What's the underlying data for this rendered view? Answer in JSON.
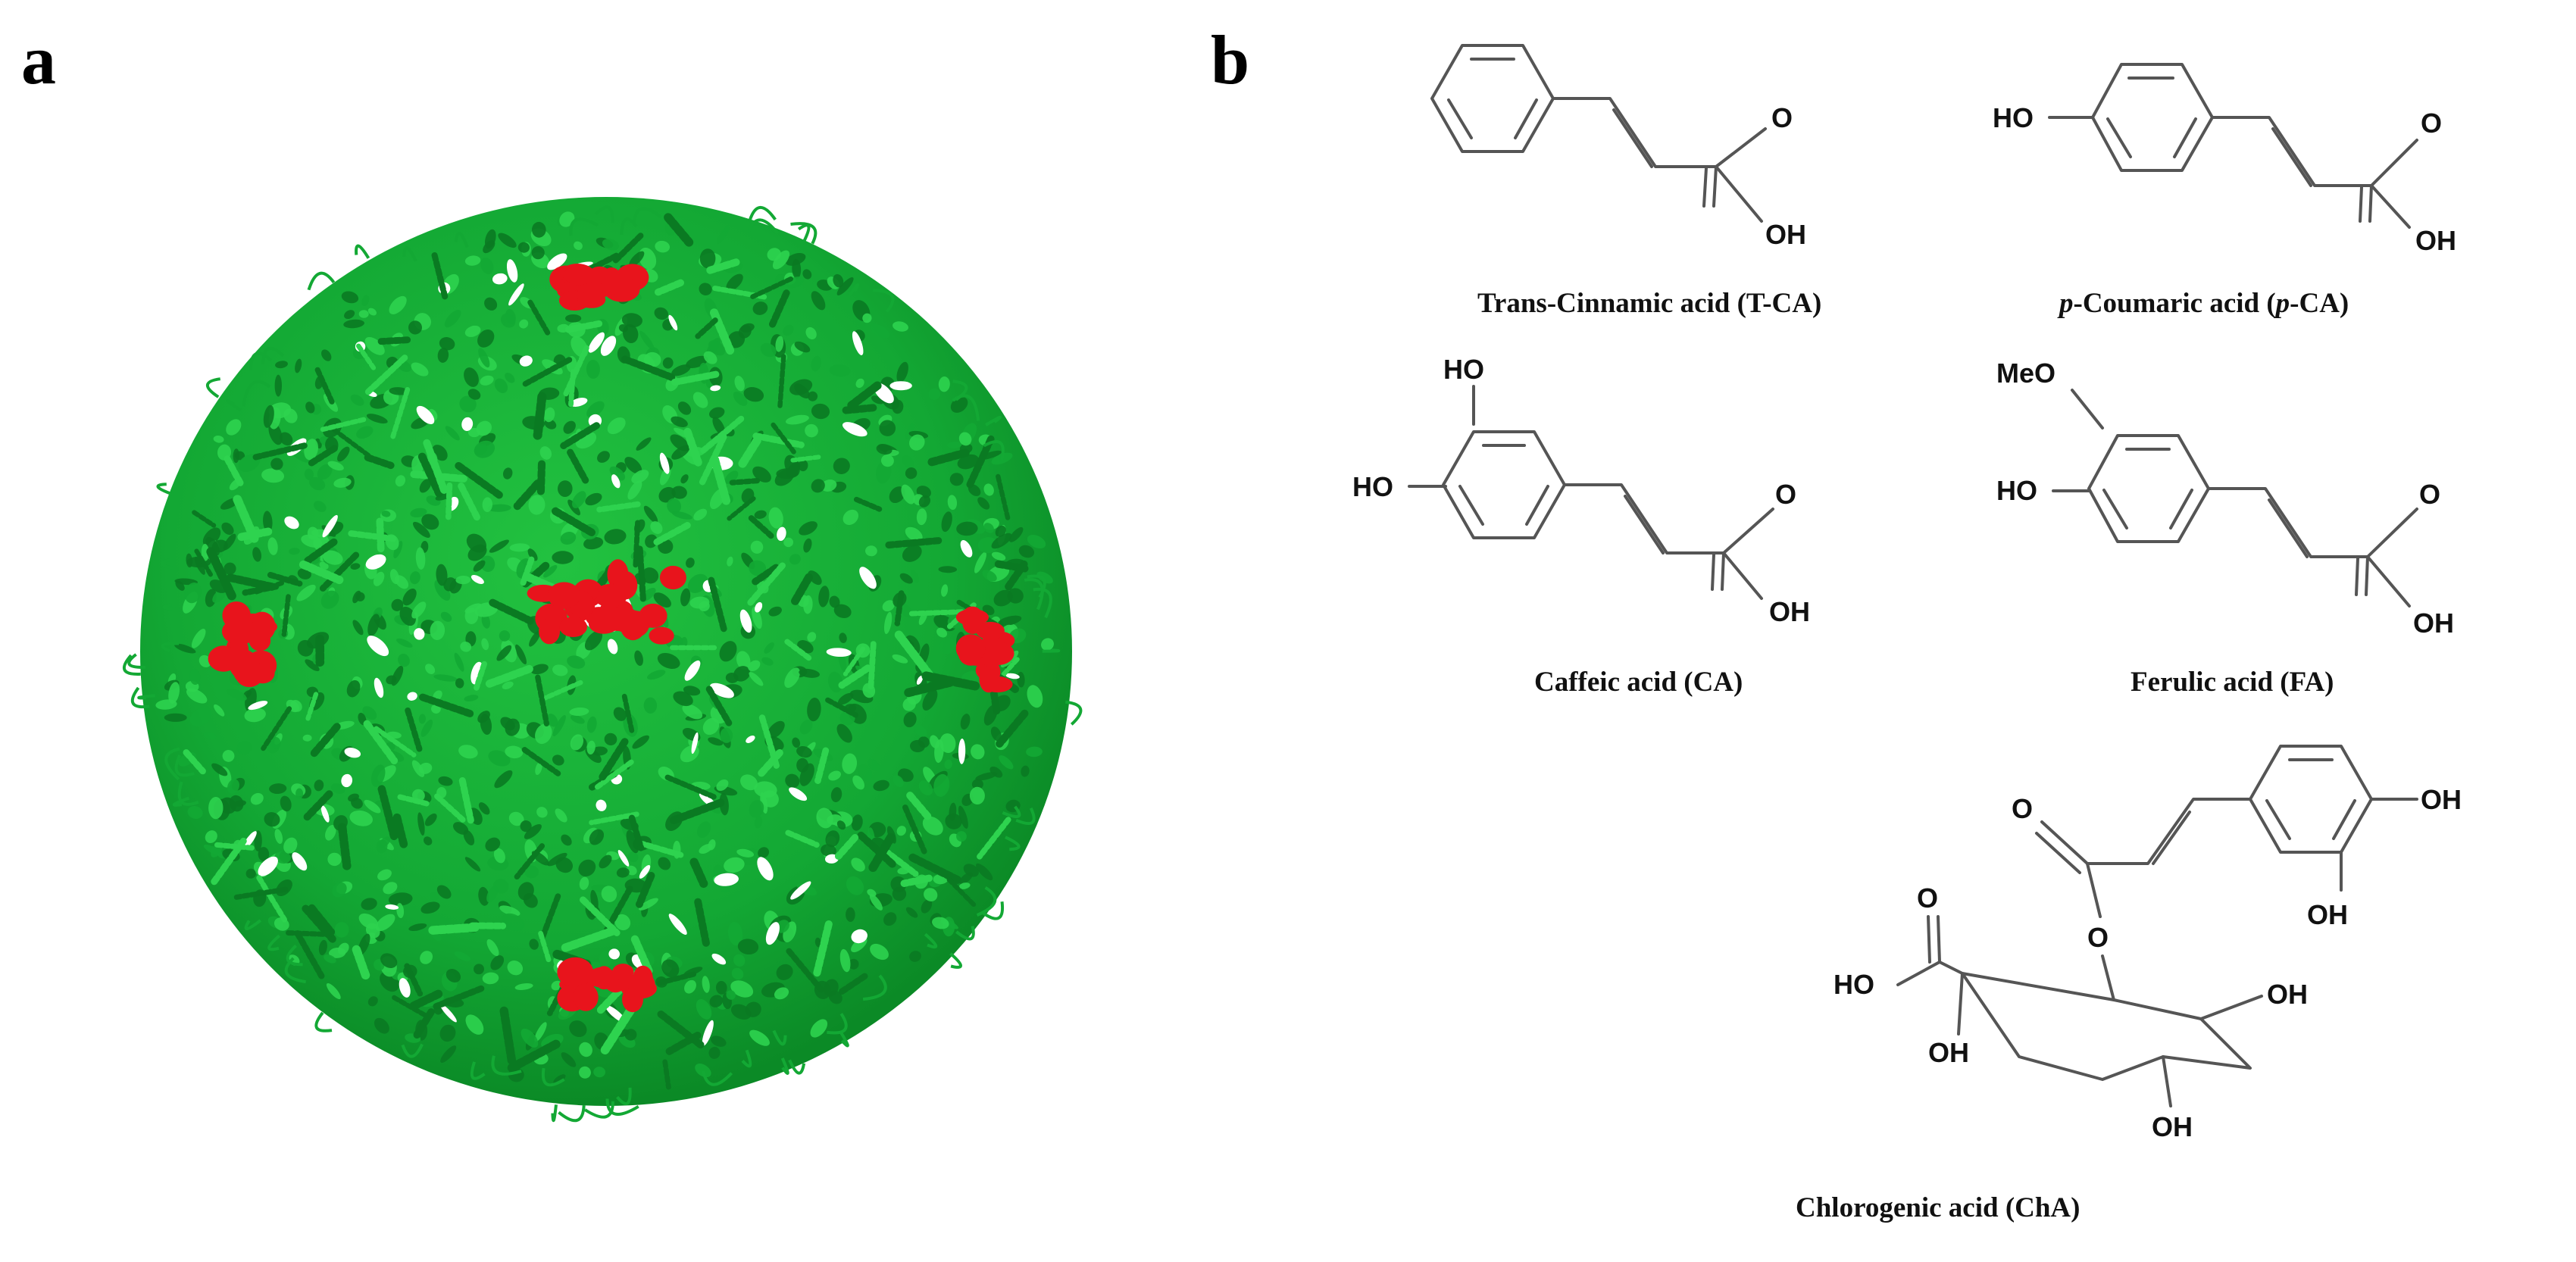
{
  "panels": {
    "a": {
      "label": "a"
    },
    "b": {
      "label": "b"
    }
  },
  "colors": {
    "protein": "#13a834",
    "protein_dark": "#0a7a22",
    "protein_light": "#2ed34f",
    "binding_site": "#e8141c",
    "bond": "#555555"
  },
  "molecules": {
    "tca": {
      "atoms": {
        "o": "O",
        "oh": "OH"
      },
      "caption": "Trans-Cinnamic acid (T-CA)"
    },
    "pca": {
      "atoms": {
        "ho": "HO",
        "o": "O",
        "oh": "OH"
      },
      "caption_prefix": "p",
      "caption_mid": "-Coumaric acid (",
      "caption_prefix2": "p",
      "caption_end": "-CA)"
    },
    "ca": {
      "atoms": {
        "ho_top": "HO",
        "ho_left": "HO",
        "o": "O",
        "oh": "OH"
      },
      "caption": "Caffeic acid (CA)"
    },
    "fa": {
      "atoms": {
        "meo": "MeO",
        "ho": "HO",
        "o": "O",
        "oh": "OH"
      },
      "caption": "Ferulic acid (FA)"
    },
    "cha": {
      "atoms": {
        "o_carbonyl": "O",
        "o_ester": "O",
        "oh_ring_top": "OH",
        "oh_ring_bottom": "OH",
        "o_acid": "O",
        "ho_acid": "HO",
        "oh_quat": "OH",
        "oh_q_right": "OH",
        "oh_q_bottom": "OH"
      },
      "caption": "Chlorogenic acid (ChA)"
    }
  }
}
